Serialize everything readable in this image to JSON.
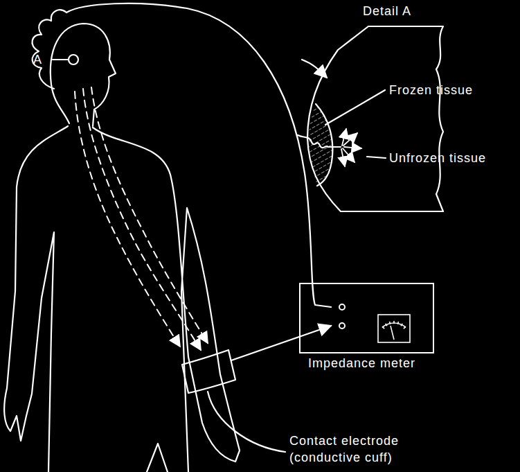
{
  "diagram": {
    "nodes": [
      {
        "text": [
          "Impedance meter"
        ]
      }
    ],
    "labels": [
      "Detail A",
      "Frozen tissue",
      "Unfrozen tissue",
      "A",
      "Contact electrode (conductive cuff)"
    ]
  }
}
